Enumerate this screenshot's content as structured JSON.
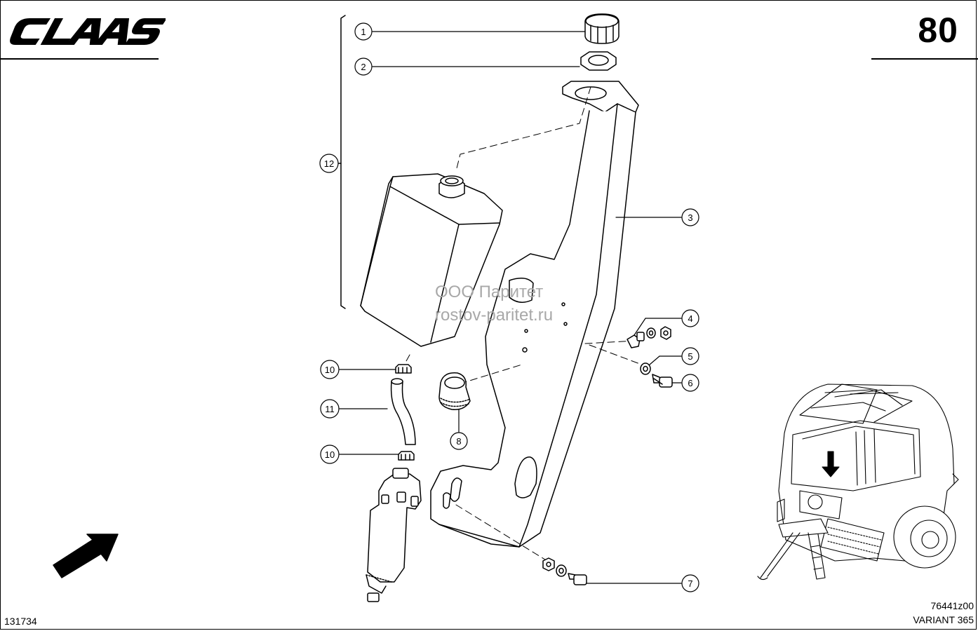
{
  "header": {
    "brand": "CLAAS",
    "page_number": "80"
  },
  "watermark": {
    "line1": "ООО Паритет",
    "line2": "rostov-paritet.ru"
  },
  "callouts": [
    {
      "label": "1",
      "part": "tank cap"
    },
    {
      "label": "2",
      "part": "ring nut"
    },
    {
      "label": "3",
      "part": "bracket"
    },
    {
      "label": "4",
      "part": "bolt with washer and nut"
    },
    {
      "label": "5",
      "part": "washer"
    },
    {
      "label": "6",
      "part": "bolt"
    },
    {
      "label": "7",
      "part": "bolt with washer and nut"
    },
    {
      "label": "8",
      "part": "clamp"
    },
    {
      "label": "10",
      "part": "hose clip"
    },
    {
      "label": "11",
      "part": "hose"
    },
    {
      "label": "10",
      "part": "hose clip"
    },
    {
      "label": "12",
      "part": "tank assembly"
    }
  ],
  "footer": {
    "document_number": "131734",
    "image_code": "76441z00",
    "model": "VARIANT 365"
  },
  "colors": {
    "line": "#000000",
    "watermark": "#a8a8a8",
    "background": "#ffffff"
  }
}
